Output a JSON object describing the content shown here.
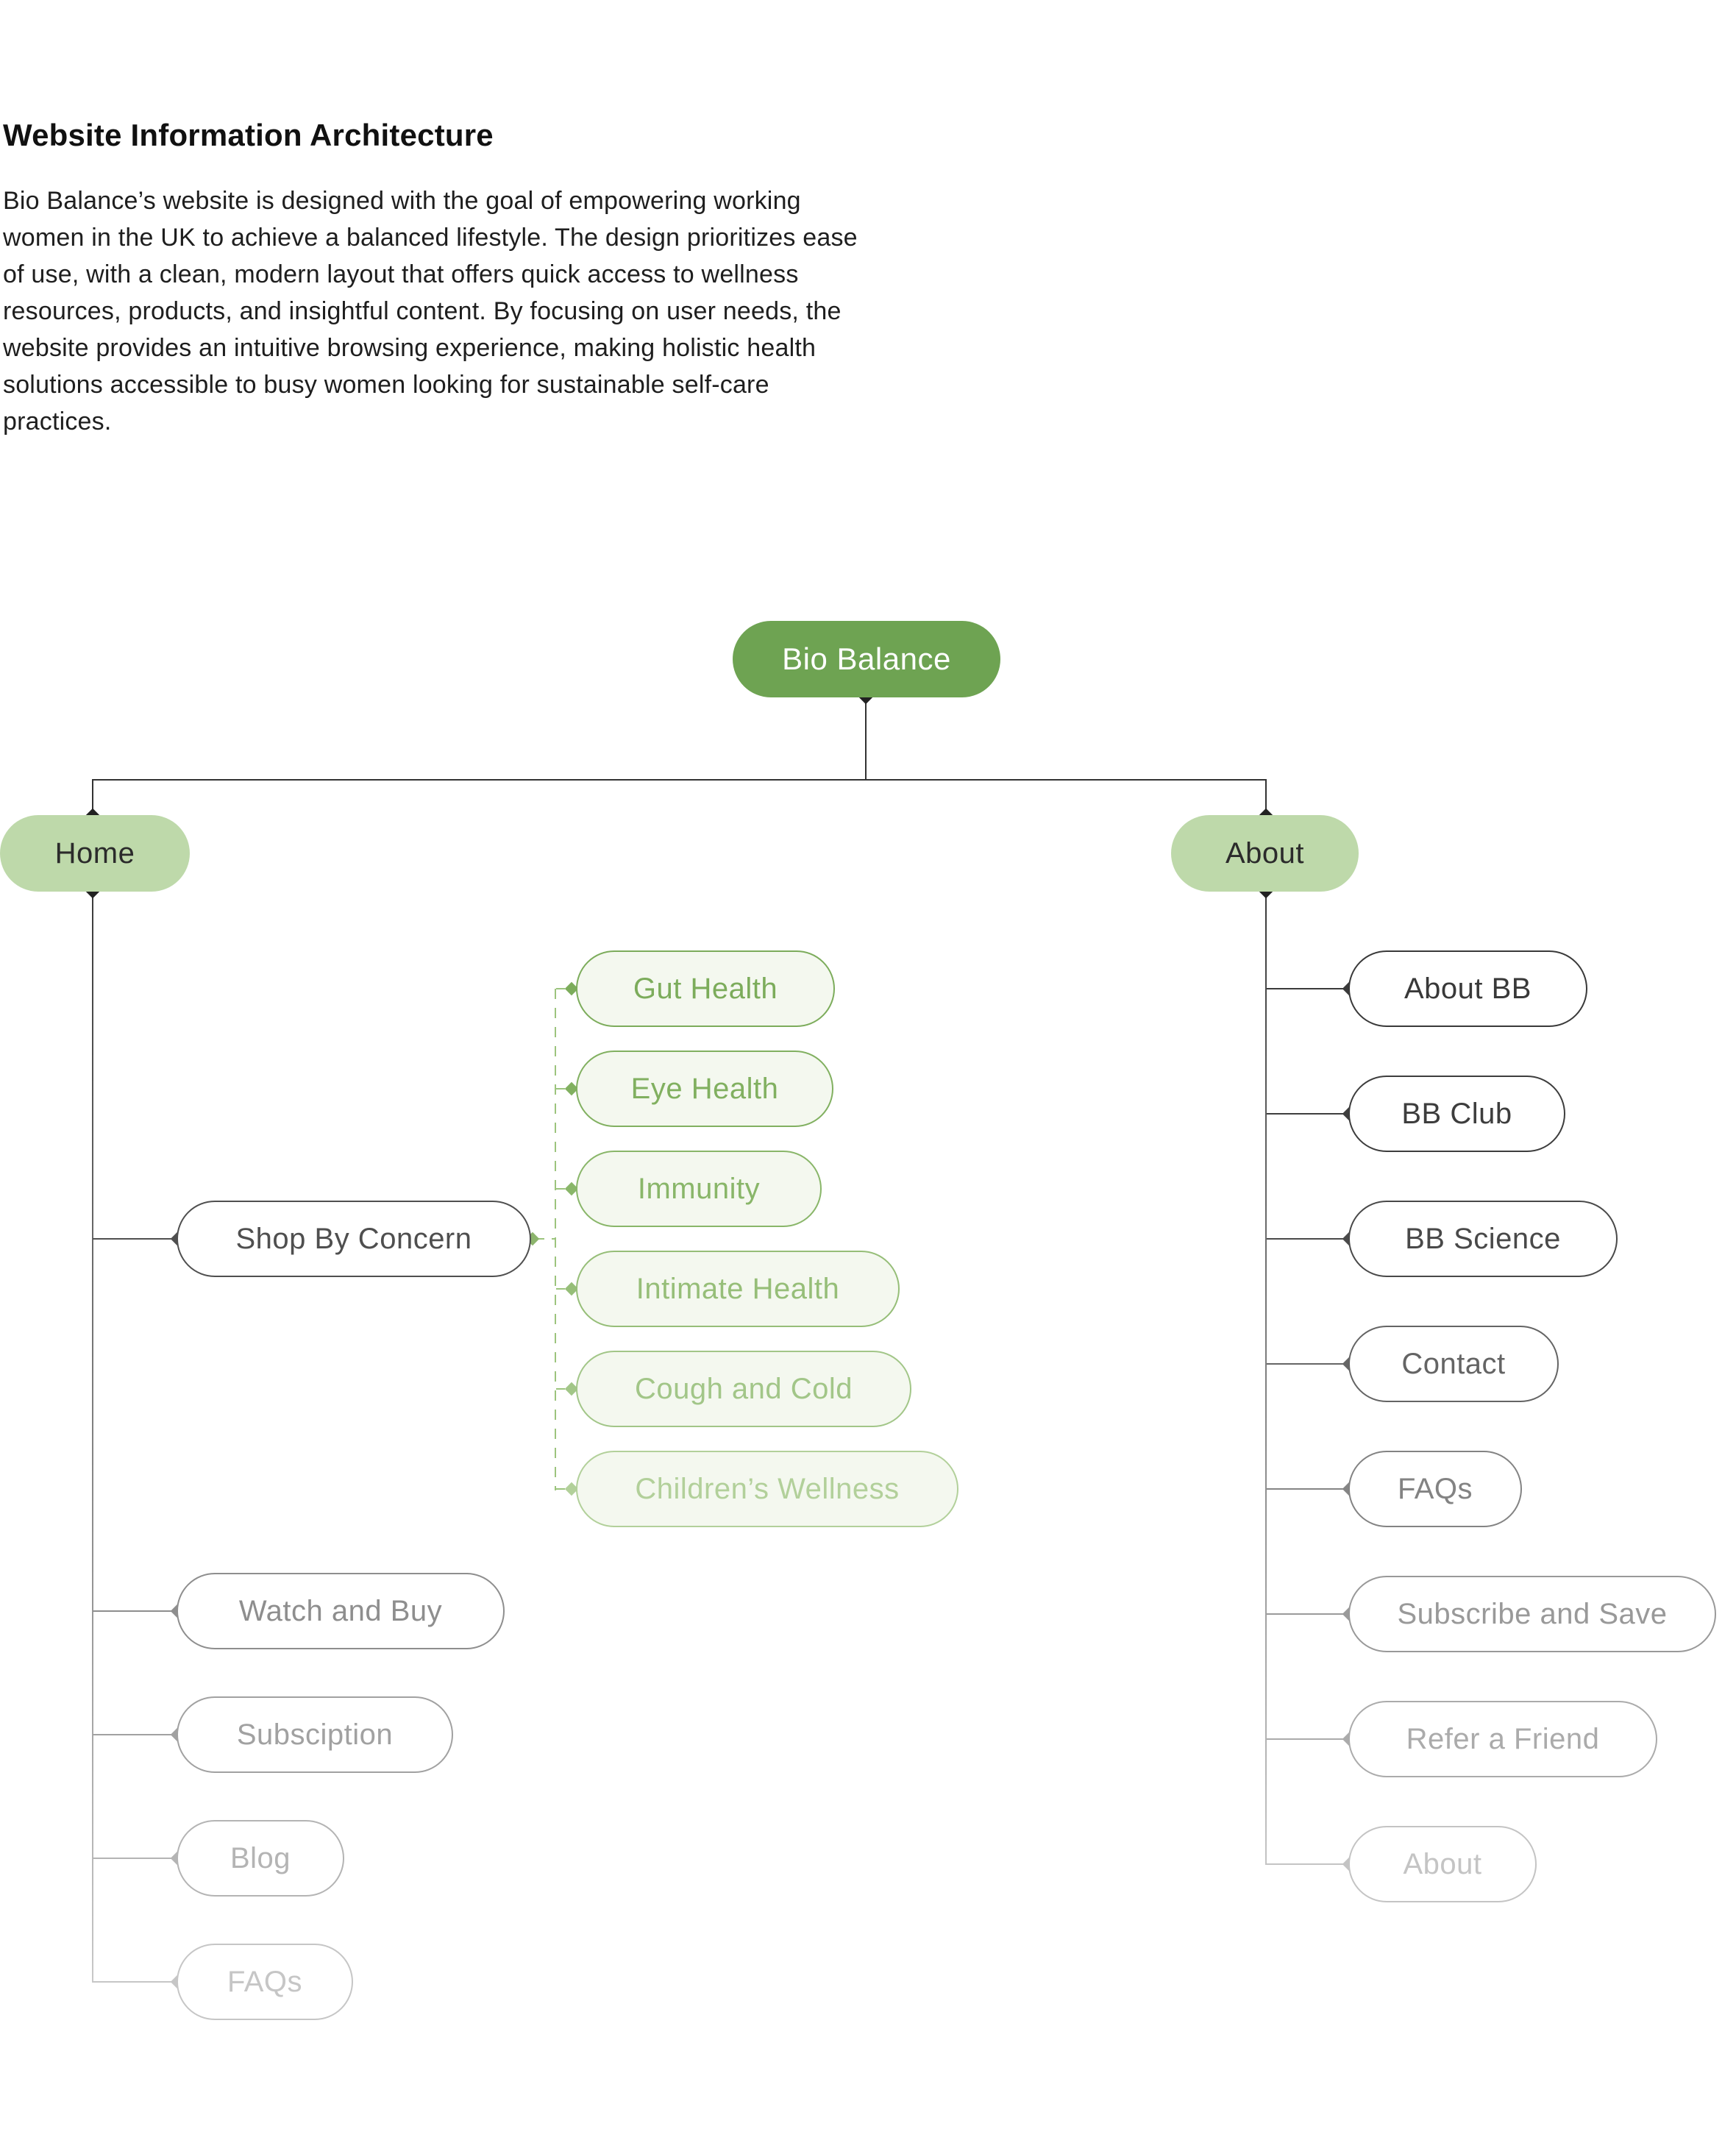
{
  "page": {
    "title": "Website Information Architecture",
    "intro": "Bio Balance’s website is designed with the goal of empowering working women in the UK to achieve a balanced lifestyle. The design prioritizes ease of use, with a clean, modern layout that offers quick access to wellness resources, products, and insightful content. By focusing on user needs, the website provides an intuitive browsing experience, making holistic health solutions accessible to busy women looking for sustainable self-care practices."
  },
  "colors": {
    "root_green": "#6EA352",
    "level2_green": "#BED9AA",
    "leaf_green_fill": "#F4F8EF",
    "dashed_green": "#9CC47D",
    "dark_line": "#333333"
  },
  "tree": {
    "root": {
      "label": "Bio Balance",
      "fill": "#6EA352",
      "text_color": "#FFFFFF"
    },
    "home": {
      "label": "Home",
      "fill": "#BED9AA",
      "text_color": "#2B2B2B"
    },
    "about": {
      "label": "About",
      "fill": "#BED9AA",
      "text_color": "#2B2B2B"
    },
    "home_children": [
      {
        "label": "Shop By Concern",
        "color": "#4F4F4F"
      },
      {
        "label": "Watch and Buy",
        "color": "#8E8E8E"
      },
      {
        "label": "Subsciption",
        "color": "#A1A1A1"
      },
      {
        "label": "Blog",
        "color": "#B4B4B4"
      },
      {
        "label": "FAQs",
        "color": "#C6C6C6"
      }
    ],
    "shop_by_concern_children": [
      {
        "label": "Gut Health",
        "color": "#7CAC5B"
      },
      {
        "label": "Eye Health",
        "color": "#81B060"
      },
      {
        "label": "Immunity",
        "color": "#89B669"
      },
      {
        "label": "Intimate Health",
        "color": "#96BE78"
      },
      {
        "label": "Cough and Cold",
        "color": "#A2C688"
      },
      {
        "label": "Children’s Wellness",
        "color": "#B2D09A"
      }
    ],
    "about_children": [
      {
        "label": "About BB",
        "color": "#393939"
      },
      {
        "label": "BB Club",
        "color": "#3D3D3D"
      },
      {
        "label": "BB Science",
        "color": "#494949"
      },
      {
        "label": "Contact",
        "color": "#646464"
      },
      {
        "label": "FAQs",
        "color": "#838383"
      },
      {
        "label": "Subscribe and Save",
        "color": "#999999"
      },
      {
        "label": "Refer a Friend",
        "color": "#ABABAB"
      },
      {
        "label": "About",
        "color": "#C4C4C4"
      }
    ]
  }
}
